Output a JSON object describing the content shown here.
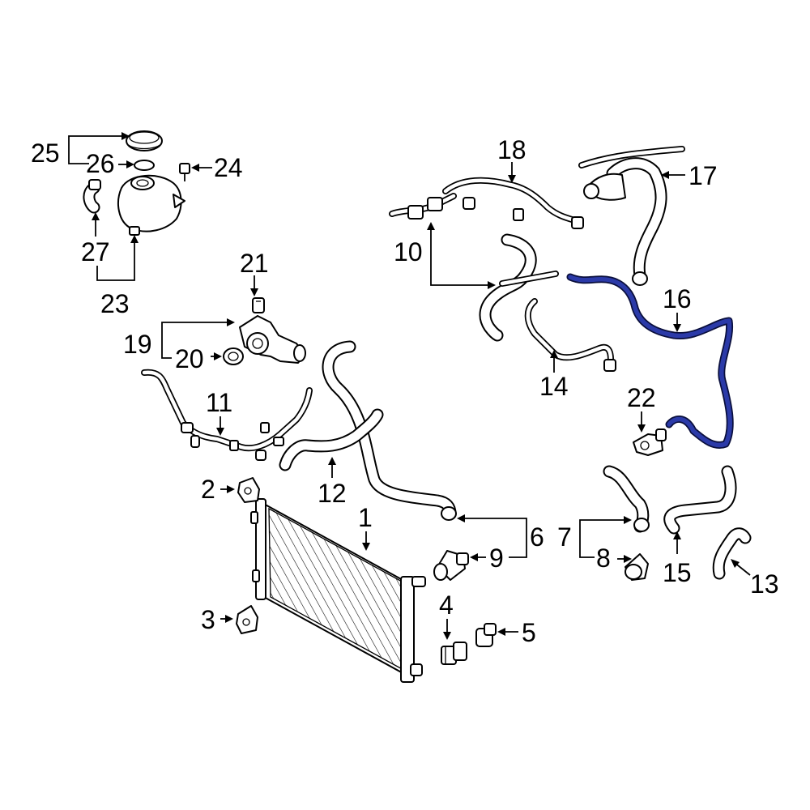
{
  "diagram": {
    "highlight_color": "#2b3aa8",
    "callouts": {
      "c1": "1",
      "c2": "2",
      "c3": "3",
      "c4": "4",
      "c5": "5",
      "c6": "6",
      "c7": "7",
      "c8": "8",
      "c9": "9",
      "c10": "10",
      "c11": "11",
      "c12": "12",
      "c13": "13",
      "c14": "14",
      "c15": "15",
      "c16": "16",
      "c17": "17",
      "c18": "18",
      "c19": "19",
      "c20": "20",
      "c21": "21",
      "c22": "22",
      "c23": "23",
      "c24": "24",
      "c25": "25",
      "c26": "26",
      "c27": "27"
    }
  }
}
